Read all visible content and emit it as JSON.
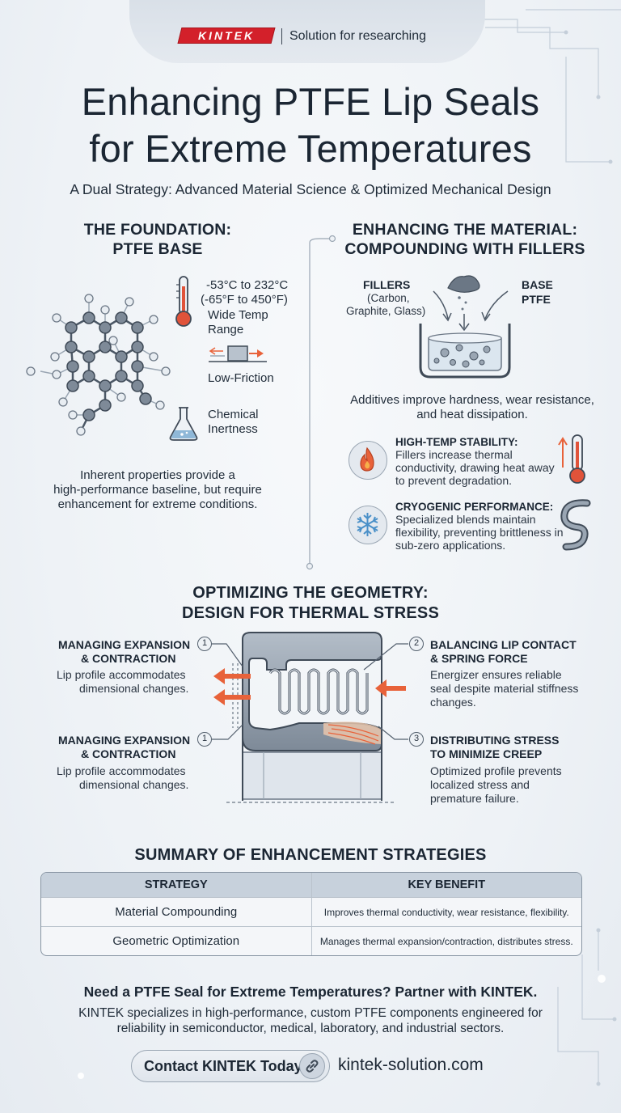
{
  "header": {
    "logo": "KINTEK",
    "tagline": "Solution for researching"
  },
  "title": {
    "line1": "Enhancing PTFE Lip Seals",
    "line2": "for Extreme Temperatures",
    "subtitle": "A Dual Strategy: Advanced Material Science & Optimized Mechanical Design"
  },
  "foundation": {
    "heading1": "THE FOUNDATION:",
    "heading2": "PTFE BASE",
    "temp_line1": "-53°C to 232°C",
    "temp_line2": "(-65°F to 450°F)",
    "temp_label1": "Wide Temp",
    "temp_label2": "Range",
    "friction_label": "Low-Friction",
    "chem_label1": "Chemical",
    "chem_label2": "Inertness",
    "summary1": "Inherent properties provide a",
    "summary2": "high-performance baseline, but require",
    "summary3": "enhancement for extreme conditions."
  },
  "material": {
    "heading1": "ENHANCING THE MATERIAL:",
    "heading2": "COMPOUNDING WITH FILLERS",
    "fillers_label": "FILLERS",
    "fillers_sub1": "(Carbon,",
    "fillers_sub2": "Graphite, Glass)",
    "base_label1": "BASE",
    "base_label2": "PTFE",
    "additives1": "Additives improve hardness, wear resistance,",
    "additives2": "and heat dissipation.",
    "hightemp_title": "HIGH-TEMP STABILITY:",
    "hightemp_d1": "Fillers increase thermal",
    "hightemp_d2": "conductivity, drawing heat away",
    "hightemp_d3": "to prevent degradation.",
    "cryo_title": "CRYOGENIC PERFORMANCE:",
    "cryo_d1": "Specialized blends maintain",
    "cryo_d2": "flexibility, preventing brittleness in",
    "cryo_d3": "sub-zero applications."
  },
  "geometry": {
    "heading1": "OPTIMIZING THE GEOMETRY:",
    "heading2": "DESIGN FOR THERMAL STRESS",
    "c1": {
      "num": "1",
      "t1": "MANAGING EXPANSION",
      "t2": "& CONTRACTION",
      "d1": "Lip profile accommodates",
      "d2": "dimensional changes."
    },
    "c2": {
      "num": "2",
      "t1": "BALANCING LIP CONTACT",
      "t2": "& SPRING FORCE",
      "d1": "Energizer ensures reliable",
      "d2": "seal despite material stiffness",
      "d3": "changes."
    },
    "c3": {
      "num": "1",
      "t1": "MANAGING EXPANSION",
      "t2": "& CONTRACTION",
      "d1": "Lip profile accommodates",
      "d2": "dimensional changes."
    },
    "c4": {
      "num": "3",
      "t1": "DISTRIBUTING STRESS",
      "t2": "TO MINIMIZE CREEP",
      "d1": "Optimized profile prevents",
      "d2": "localized stress and",
      "d3": "premature failure."
    }
  },
  "summary": {
    "heading": "SUMMARY OF ENHANCEMENT STRATEGIES",
    "col1": "STRATEGY",
    "col2": "KEY BENEFIT",
    "rows": [
      {
        "strategy": "Material Compounding",
        "benefit": "Improves thermal conductivity, wear resistance, flexibility."
      },
      {
        "strategy": "Geometric Optimization",
        "benefit": "Manages thermal expansion/contraction, distributes stress."
      }
    ]
  },
  "cta": {
    "heading": "Need a PTFE Seal for Extreme Temperatures? Partner with KINTEK.",
    "body1": "KINTEK specializes in high-performance, custom PTFE components engineered for",
    "body2": "reliability in semiconductor, medical, laboratory, and industrial sectors.",
    "button": "Contact KINTEK Today",
    "url": "kintek-solution.com"
  },
  "colors": {
    "accent": "#d3202a",
    "steel": "#6b7785",
    "arrow": "#e8623a",
    "ice": "#4a90c8"
  }
}
